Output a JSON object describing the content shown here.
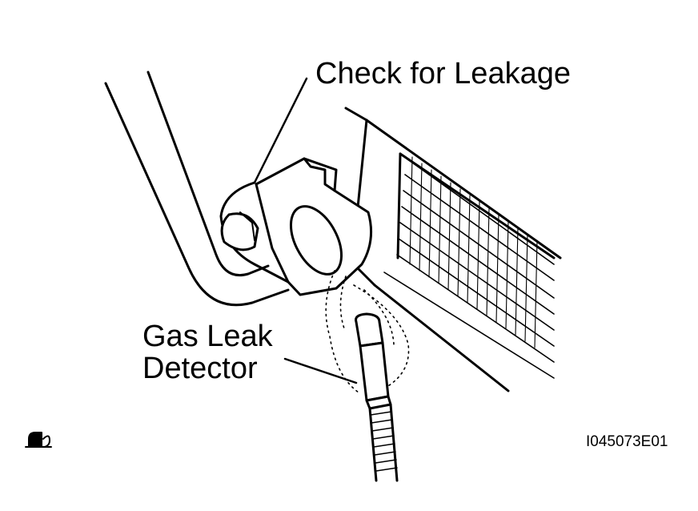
{
  "labels": {
    "check_for_leakage": "Check for Leakage",
    "gas_leak_line1": "Gas Leak",
    "gas_leak_line2": "Detector",
    "figure_code": "I045073E01"
  },
  "icons": {
    "corner_mark": "gas-symbol-icon"
  },
  "colors": {
    "ink": "#000000",
    "paper": "#ffffff"
  }
}
